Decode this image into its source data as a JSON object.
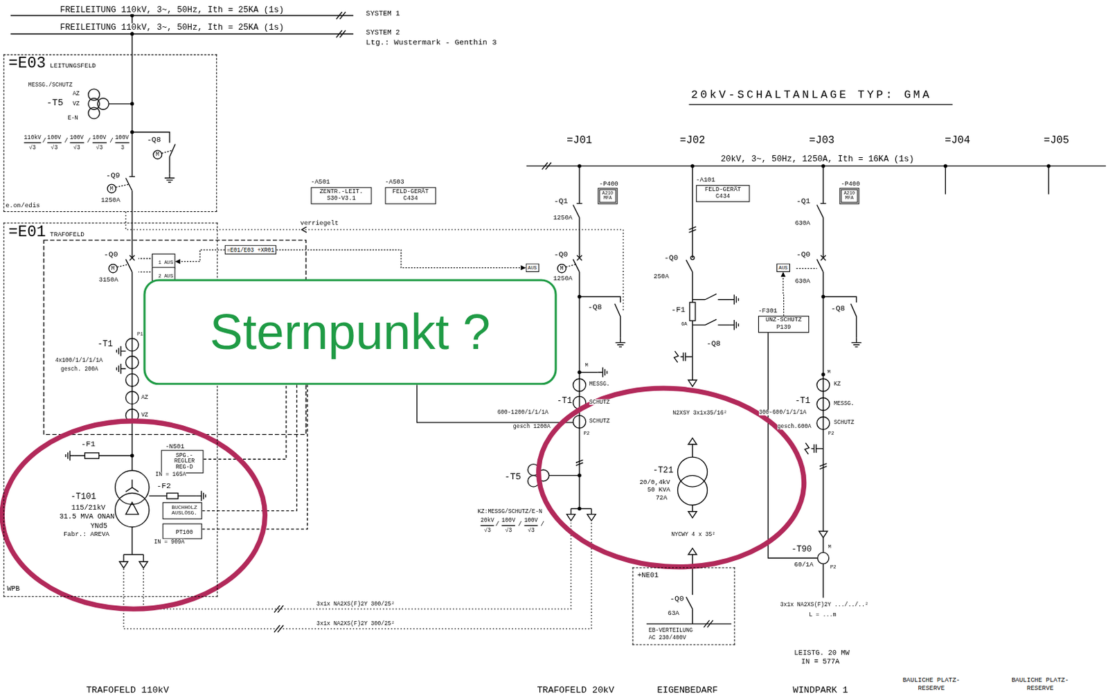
{
  "diagram": {
    "nodes": [
      {
        "text": [
          "=E03",
          "LEITUNGSFELD"
        ]
      },
      {
        "text": [
          "=E01",
          "TRAFOFELD"
        ]
      },
      {
        "text": [
          "1 AUS"
        ],
        "in": 1
      },
      {
        "text": [
          "2 AUS"
        ],
        "in": 1
      },
      {
        "text": [
          "-N501",
          "SPG.-REGLER REG-D"
        ],
        "in": 1
      },
      {
        "text": [
          "BUCHHOLZ AUSLÖSG."
        ],
        "in": 1
      },
      {
        "text": [
          "PT100"
        ],
        "in": 1
      },
      {
        "text": [
          "-A501",
          "ZENTR.-LEIT. S30-V3.1"
        ]
      },
      {
        "text": [
          "-A503",
          "FELD-GERÄT C434"
        ]
      },
      {
        "text": [
          "=E01/E03 +XR01"
        ]
      },
      {
        "text": [
          "-P400",
          "A210 MFA"
        ]
      },
      {
        "text": [
          "AUS"
        ]
      },
      {
        "text": [
          "-A101",
          "FELD-GERÄT C434"
        ]
      },
      {
        "text": [
          "-P400",
          "A210 MFA"
        ]
      },
      {
        "text": [
          "AUS"
        ]
      },
      {
        "text": [
          "-F301",
          "UNZ-SCHUTZ P139"
        ]
      },
      {
        "text": [
          "+NE01"
        ]
      },
      {
        "text": [
          "Sternpunkt ?"
        ]
      }
    ],
    "edges": [
      {
        "from": 9,
        "to": 2,
        "arrow": "to"
      },
      {
        "from": 9,
        "to": 11,
        "arrow": "to"
      },
      {
        "from": 15,
        "to": 14,
        "arrow": "to"
      }
    ],
    "labels": [
      "FREILEITUNG 110kV, 3~, 50Hz, Ith = 25KA (1s)",
      "SYSTEM 1",
      "FREILEITUNG 110kV, 3~, 50Hz, Ith = 25KA (1s)",
      "SYSTEM 2",
      "Ltg.: Wustermark - Genthin 3",
      "20kV-SCHALTANLAGE TYP: GMA",
      "MESSG./SCHUTZ",
      "-T5",
      "AZ",
      "VZ",
      "E-N",
      "110kV",
      "√3",
      "/",
      "100V",
      "√3",
      "/",
      "100V",
      "√3",
      "/",
      "100V",
      "√3",
      "/",
      "100V",
      "3",
      "-Q8",
      "M",
      "-Q9",
      "M",
      "1250A",
      "e.on/edis",
      "-Q0",
      "M",
      "3150A",
      "-T1",
      "P1",
      "4x100/1/1/1/1A",
      "gesch. 200A",
      "AZ",
      "VZ",
      "-F1",
      "IN = 165A",
      "-F2",
      "-T101",
      "115/21kV",
      "31.5 MVA ONAN",
      "YNd5",
      "Fabr.: AREVA",
      "IN = 909A",
      "WPB",
      "verriegelt",
      "3x1x NA2XS(F)2Y 300/25²",
      "3x1x NA2XS(F)2Y 300/25²",
      "TRAFOFELD 110kV",
      "=J01",
      "=J02",
      "=J03",
      "=J04",
      "=J05",
      "20kV, 3~, 50Hz, 1250A, Ith = 16KA (1s)",
      "-Q1",
      "1250A",
      "-Q0",
      "M",
      "1250A",
      "-Q8",
      "M",
      "MESSG.",
      "-T1",
      "SCHUTZ",
      "600-1200/1/1/1A",
      "SCHUTZ",
      "gesch 1200A",
      "P2",
      "-T5",
      "KZ:MESSG/SCHUTZ/E-N",
      "20kV",
      "√3",
      "/",
      "100V",
      "√3",
      "/",
      "100V",
      "√3",
      "/",
      "TRAFOFELD 20kV",
      "-Q0",
      "250A",
      "-F1",
      "6A",
      "-Q8",
      "N2XSY 3x1x35/16²",
      "-T21",
      "20/0,4kV",
      "50 KVA",
      "72A",
      "NYCWY 4 x 35²",
      "-Q0",
      "63A",
      "EB-VERTEILUNG",
      "AC 230/400V",
      "EIGENBEDARF",
      "-Q1",
      "630A",
      "-Q0",
      "630A",
      "-Q8",
      "M",
      "KZ",
      "-T1",
      "MESSG.",
      "300-600/1/1/1A",
      "SCHUTZ",
      "gesch.600A",
      "P2",
      "-T90",
      "M",
      "60/1A",
      "P2",
      "3x1x NA2XS(F)2Y .../../..²",
      "L = ...m",
      "LEISTG. 20 MW",
      "IN = 577A",
      "WINDPARK 1",
      "BAULICHE PLATZ-RESERVE",
      "BAULICHE PLATZ-RESERVE"
    ]
  }
}
